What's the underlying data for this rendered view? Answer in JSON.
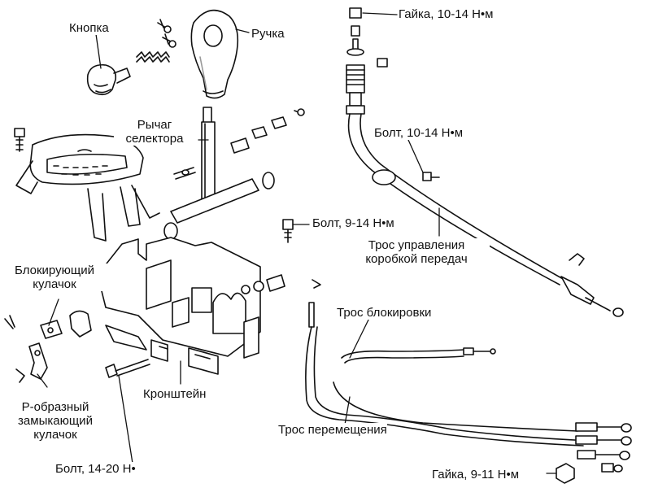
{
  "labels": {
    "knob": "Кнопка",
    "handle": "Ручка",
    "lever_line1": "Рычаг",
    "lever_line2": "селектора",
    "nut_top": "Гайка, 10-14 Н•м",
    "bolt_mid": "Болт, 10-14 Н•м",
    "bolt_small": "Болт, 9-14 Н•м",
    "gear_cable_line1": "Трос управления",
    "gear_cable_line2": "коробкой передач",
    "blocking_cam_line1": "Блокирующий",
    "blocking_cam_line2": "кулачок",
    "lock_cable": "Трос блокировки",
    "p_cam_line1": "Р-образный",
    "p_cam_line2": "замыкающий",
    "p_cam_line3": "кулачок",
    "bracket": "Кронштейн",
    "shift_cable": "Трос перемещения",
    "bolt_bottom": "Болт, 14-20 Н•",
    "nut_bottom": "Гайка, 9-11 Н•м"
  },
  "colors": {
    "ink": "#111111",
    "paper": "#ffffff",
    "shade": "#9a9a9a"
  }
}
